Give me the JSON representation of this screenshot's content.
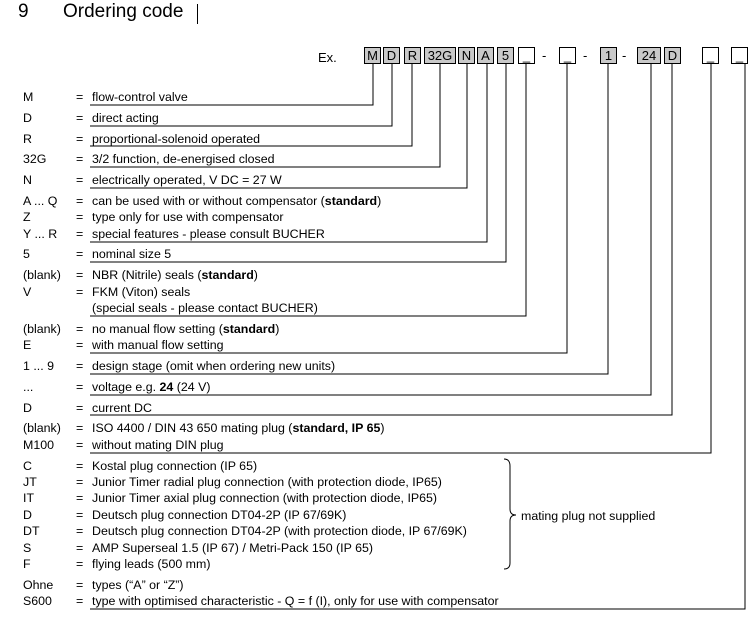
{
  "heading": {
    "number": "9",
    "title": "Ordering code"
  },
  "example": {
    "label": "Ex.",
    "boxes": [
      "M",
      "D",
      "R",
      "32G",
      "N",
      "A",
      "5",
      "_",
      "_",
      "1",
      "24",
      "D",
      "_",
      "_"
    ]
  },
  "rows": [
    {
      "key": "M",
      "eq": "=",
      "parts": [
        {
          "t": "flow-control valve"
        }
      ]
    },
    {
      "key": "D",
      "eq": "=",
      "parts": [
        {
          "t": "direct acting"
        }
      ]
    },
    {
      "key": "R",
      "eq": "=",
      "parts": [
        {
          "t": "proportional-solenoid operated"
        }
      ]
    },
    {
      "key": "32G",
      "eq": "=",
      "parts": [
        {
          "t": "3/2 function, de-energised closed"
        }
      ]
    },
    {
      "key": "N",
      "eq": "=",
      "parts": [
        {
          "t": "electrically operated, V DC = 27  W"
        }
      ]
    },
    {
      "key": "A ... Q",
      "eq": "=",
      "parts": [
        {
          "t": "can be used with or without compensator ("
        },
        {
          "t": "standard",
          "b": true
        },
        {
          "t": ")"
        }
      ]
    },
    {
      "key": "Z",
      "eq": "=",
      "parts": [
        {
          "t": "type only for use with compensator"
        }
      ]
    },
    {
      "key": "Y ... R",
      "eq": "=",
      "parts": [
        {
          "t": "special features - please consult BUCHER"
        }
      ]
    },
    {
      "key": "5",
      "eq": "=",
      "parts": [
        {
          "t": "nominal size 5"
        }
      ]
    },
    {
      "key": "(blank)",
      "eq": "=",
      "parts": [
        {
          "t": "NBR (Nitrile) seals  ("
        },
        {
          "t": "standard",
          "b": true
        },
        {
          "t": ")"
        }
      ]
    },
    {
      "key": "V",
      "eq": "=",
      "parts": [
        {
          "t": "FKM (Viton) seals"
        }
      ]
    },
    {
      "key": "",
      "eq": "",
      "parts": [
        {
          "t": "(special seals - please contact BUCHER)"
        }
      ]
    },
    {
      "key": "(blank)",
      "eq": "=",
      "parts": [
        {
          "t": "no manual flow setting ("
        },
        {
          "t": "standard",
          "b": true
        },
        {
          "t": ")"
        }
      ]
    },
    {
      "key": "E",
      "eq": "=",
      "parts": [
        {
          "t": "with manual flow setting"
        }
      ]
    },
    {
      "key": "1 ... 9",
      "eq": "=",
      "parts": [
        {
          "t": "design stage (omit when ordering new units)"
        }
      ]
    },
    {
      "key": "...",
      "eq": "=",
      "parts": [
        {
          "t": "voltage e.g. "
        },
        {
          "t": "24",
          "b": true
        },
        {
          "t": " (24 V)"
        }
      ]
    },
    {
      "key": "D",
      "eq": "=",
      "parts": [
        {
          "t": "current  DC"
        }
      ]
    },
    {
      "key": "(blank)",
      "eq": "=",
      "parts": [
        {
          "t": "ISO 4400 / DIN 43 650 mating plug ("
        },
        {
          "t": "standard, IP 65",
          "b": true
        },
        {
          "t": ")"
        }
      ]
    },
    {
      "key": "M100",
      "eq": "=",
      "parts": [
        {
          "t": "without mating DIN plug"
        }
      ]
    },
    {
      "key": "C",
      "eq": "=",
      "parts": [
        {
          "t": "Kostal plug connection (IP 65)"
        }
      ]
    },
    {
      "key": "JT",
      "eq": "=",
      "parts": [
        {
          "t": "Junior Timer radial plug connection (with protection diode, IP65)"
        }
      ]
    },
    {
      "key": "IT",
      "eq": "=",
      "parts": [
        {
          "t": "Junior Timer axial plug connection (with protection diode, IP65)"
        }
      ]
    },
    {
      "key": "D",
      "eq": "=",
      "parts": [
        {
          "t": "Deutsch plug connection DT04-2P (IP 67/69K)"
        }
      ]
    },
    {
      "key": "DT",
      "eq": "=",
      "parts": [
        {
          "t": "Deutsch plug connection DT04-2P (with protection diode, IP 67/69K)"
        }
      ]
    },
    {
      "key": "S",
      "eq": "=",
      "parts": [
        {
          "t": "AMP Superseal 1.5 (IP 67) / Metri-Pack 150 (IP 65)"
        }
      ]
    },
    {
      "key": "F",
      "eq": "=",
      "parts": [
        {
          "t": "flying leads (500 mm)"
        }
      ]
    },
    {
      "key": "Ohne",
      "eq": "=",
      "parts": [
        {
          "t": "types (“A” or “Z”)"
        }
      ]
    },
    {
      "key": "S600",
      "eq": "=",
      "parts": [
        {
          "t": "type with optimised characteristic - Q = f (I), only for use with compensator"
        }
      ]
    }
  ],
  "bracket_note": "mating plug not supplied"
}
